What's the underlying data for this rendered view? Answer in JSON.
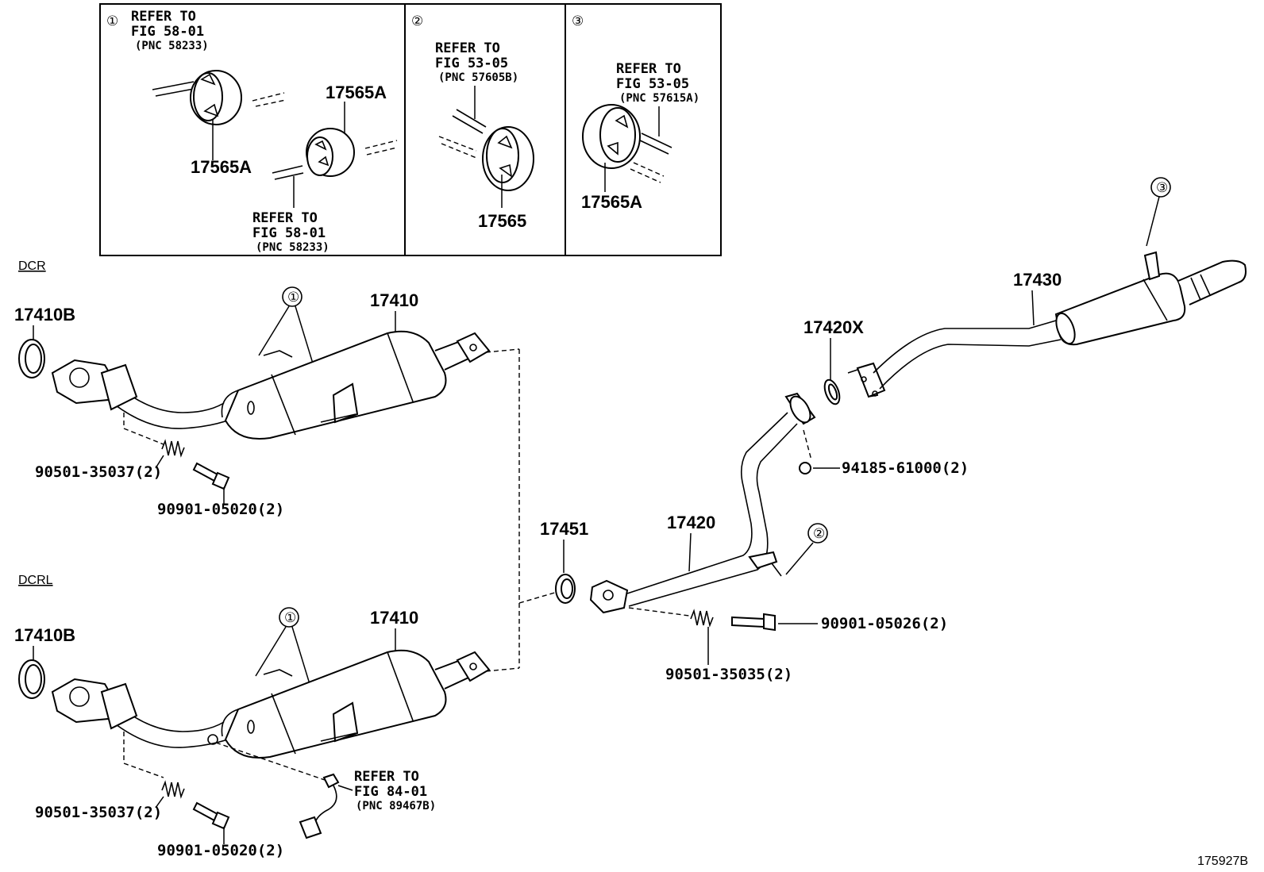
{
  "inset": {
    "panel1": {
      "number": "①",
      "ref_line1": "REFER TO",
      "ref_line2": "FIG 58-01",
      "ref_pnc": "(PNC 58233)",
      "part_a": "17565A",
      "part_b": "17565A",
      "ref2_line1": "REFER TO",
      "ref2_line2": "FIG 58-01",
      "ref2_pnc": "(PNC 58233)"
    },
    "panel2": {
      "number": "②",
      "ref_line1": "REFER TO",
      "ref_line2": "FIG 53-05",
      "ref_pnc": "(PNC 57605B)",
      "part": "17565"
    },
    "panel3": {
      "number": "③",
      "ref_line1": "REFER TO",
      "ref_line2": "FIG 53-05",
      "ref_pnc": "(PNC 57615A)",
      "part": "17565A"
    }
  },
  "sections": {
    "dcr": {
      "label": "DCR",
      "gasket": "17410B",
      "converter": "17410",
      "callout": "①",
      "spring": "90501-35037(2)",
      "bolt": "90901-05020(2)"
    },
    "dcrl": {
      "label": "DCRL",
      "gasket": "17410B",
      "converter": "17410",
      "callout": "①",
      "spring": "90501-35037(2)",
      "bolt": "90901-05020(2)",
      "sensor_ref_line1": "REFER TO",
      "sensor_ref_line2": "FIG 84-01",
      "sensor_ref_pnc": "(PNC 89467B)"
    }
  },
  "right": {
    "gasket_front": "17451",
    "center_pipe": "17420",
    "center_callout": "②",
    "bolt": "90901-05026(2)",
    "spring": "90501-35035(2)",
    "flange_gasket": "17420X",
    "nut": "94185-61000(2)",
    "tail_pipe": "17430",
    "tail_callout": "③"
  },
  "figure_number": "175927B"
}
